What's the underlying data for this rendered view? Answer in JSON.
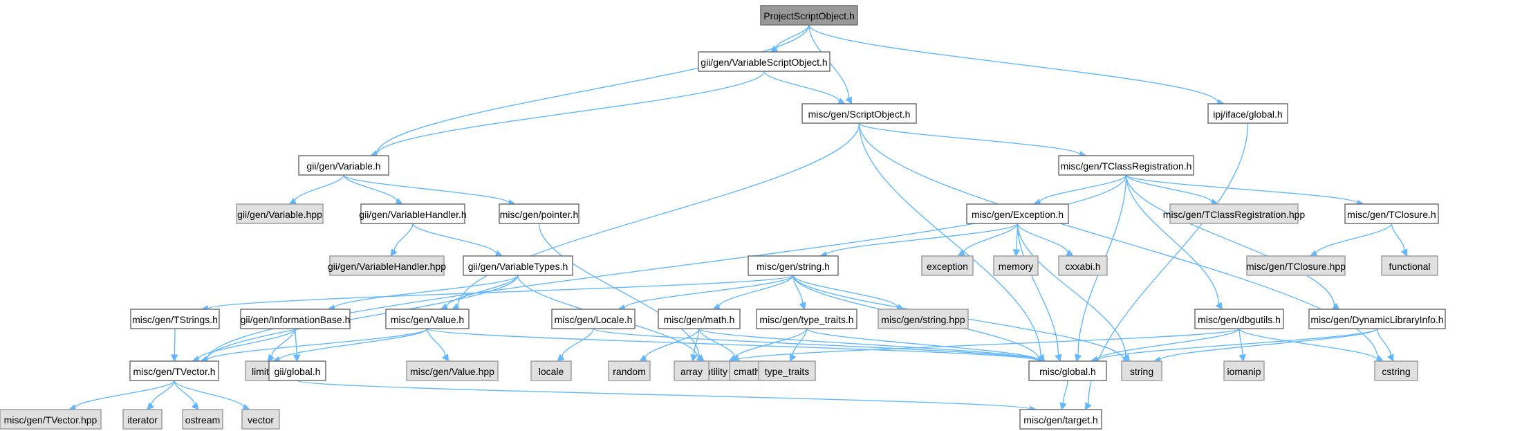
{
  "diagram": {
    "nodes": [
      {
        "id": "n0",
        "label": "ProjectScriptObject.h",
        "kind": "root"
      },
      {
        "id": "n1",
        "label": "gii/gen/VariableScriptObject.h",
        "kind": "norm"
      },
      {
        "id": "n2",
        "label": "misc/gen/ScriptObject.h",
        "kind": "norm"
      },
      {
        "id": "n3",
        "label": "ipj/iface/global.h",
        "kind": "norm"
      },
      {
        "id": "n4",
        "label": "gii/gen/Variable.h",
        "kind": "norm"
      },
      {
        "id": "n5",
        "label": "misc/gen/TClassRegistration.h",
        "kind": "norm"
      },
      {
        "id": "n6",
        "label": "gii/gen/Variable.hpp",
        "kind": "sys"
      },
      {
        "id": "n7",
        "label": "gii/gen/VariableHandler.h",
        "kind": "norm"
      },
      {
        "id": "n8",
        "label": "misc/gen/pointer.h",
        "kind": "norm"
      },
      {
        "id": "n9",
        "label": "misc/gen/Exception.h",
        "kind": "norm"
      },
      {
        "id": "n10",
        "label": "misc/gen/TClassRegistration.hpp",
        "kind": "sys"
      },
      {
        "id": "n11",
        "label": "misc/gen/TClosure.h",
        "kind": "norm"
      },
      {
        "id": "n12",
        "label": "gii/gen/VariableHandler.hpp",
        "kind": "sys"
      },
      {
        "id": "n13",
        "label": "gii/gen/VariableTypes.h",
        "kind": "norm"
      },
      {
        "id": "n14",
        "label": "exception",
        "kind": "sys"
      },
      {
        "id": "n15",
        "label": "memory",
        "kind": "sys"
      },
      {
        "id": "n16",
        "label": "cxxabi.h",
        "kind": "sys"
      },
      {
        "id": "n17",
        "label": "misc/gen/TClosure.hpp",
        "kind": "sys"
      },
      {
        "id": "n18",
        "label": "functional",
        "kind": "sys"
      },
      {
        "id": "n19",
        "label": "misc/gen/string.h",
        "kind": "norm"
      },
      {
        "id": "n20",
        "label": "misc/gen/TStrings.h",
        "kind": "norm"
      },
      {
        "id": "n21",
        "label": "gii/gen/InformationBase.h",
        "kind": "norm"
      },
      {
        "id": "n22",
        "label": "misc/gen/Value.h",
        "kind": "norm"
      },
      {
        "id": "n23",
        "label": "misc/gen/Locale.h",
        "kind": "norm"
      },
      {
        "id": "n24",
        "label": "misc/gen/math.h",
        "kind": "norm"
      },
      {
        "id": "n25",
        "label": "misc/gen/type_traits.h",
        "kind": "norm"
      },
      {
        "id": "n26",
        "label": "misc/gen/string.hpp",
        "kind": "sys"
      },
      {
        "id": "n27",
        "label": "misc/gen/dbgutils.h",
        "kind": "norm"
      },
      {
        "id": "n28",
        "label": "misc/gen/DynamicLibraryInfo.h",
        "kind": "norm"
      },
      {
        "id": "n29",
        "label": "misc/gen/TVector.h",
        "kind": "norm"
      },
      {
        "id": "n30",
        "label": "limits",
        "kind": "sys"
      },
      {
        "id": "n31",
        "label": "gii/global.h",
        "kind": "norm"
      },
      {
        "id": "n32",
        "label": "misc/gen/Value.hpp",
        "kind": "sys"
      },
      {
        "id": "n33",
        "label": "utility",
        "kind": "sys"
      },
      {
        "id": "n34",
        "label": "locale",
        "kind": "sys"
      },
      {
        "id": "n35",
        "label": "random",
        "kind": "sys"
      },
      {
        "id": "n36",
        "label": "array",
        "kind": "sys"
      },
      {
        "id": "n37",
        "label": "cmath",
        "kind": "sys"
      },
      {
        "id": "n38",
        "label": "type_traits",
        "kind": "sys"
      },
      {
        "id": "n39",
        "label": "misc/global.h",
        "kind": "norm"
      },
      {
        "id": "n40",
        "label": "string",
        "kind": "sys"
      },
      {
        "id": "n41",
        "label": "iomanip",
        "kind": "sys"
      },
      {
        "id": "n42",
        "label": "cstring",
        "kind": "sys"
      },
      {
        "id": "n43",
        "label": "misc/gen/TVector.hpp",
        "kind": "sys"
      },
      {
        "id": "n44",
        "label": "iterator",
        "kind": "sys"
      },
      {
        "id": "n45",
        "label": "ostream",
        "kind": "sys"
      },
      {
        "id": "n46",
        "label": "vector",
        "kind": "sys"
      },
      {
        "id": "n47",
        "label": "misc/gen/target.h",
        "kind": "norm"
      }
    ],
    "edges": [
      [
        "n0",
        "n1"
      ],
      [
        "n0",
        "n2"
      ],
      [
        "n0",
        "n3"
      ],
      [
        "n0",
        "n4"
      ],
      [
        "n1",
        "n2"
      ],
      [
        "n1",
        "n4"
      ],
      [
        "n2",
        "n5"
      ],
      [
        "n2",
        "n22"
      ],
      [
        "n2",
        "n39"
      ],
      [
        "n2",
        "n42"
      ],
      [
        "n3",
        "n47"
      ],
      [
        "n4",
        "n6"
      ],
      [
        "n4",
        "n7"
      ],
      [
        "n4",
        "n8"
      ],
      [
        "n5",
        "n9"
      ],
      [
        "n5",
        "n10"
      ],
      [
        "n5",
        "n11"
      ],
      [
        "n5",
        "n27"
      ],
      [
        "n5",
        "n28"
      ],
      [
        "n5",
        "n29"
      ],
      [
        "n5",
        "n39"
      ],
      [
        "n7",
        "n12"
      ],
      [
        "n7",
        "n13"
      ],
      [
        "n8",
        "n33"
      ],
      [
        "n9",
        "n14"
      ],
      [
        "n9",
        "n15"
      ],
      [
        "n9",
        "n16"
      ],
      [
        "n9",
        "n19"
      ],
      [
        "n9",
        "n39"
      ],
      [
        "n9",
        "n40"
      ],
      [
        "n11",
        "n17"
      ],
      [
        "n11",
        "n18"
      ],
      [
        "n13",
        "n21"
      ],
      [
        "n13",
        "n22"
      ],
      [
        "n13",
        "n29"
      ],
      [
        "n13",
        "n33"
      ],
      [
        "n19",
        "n20"
      ],
      [
        "n19",
        "n23"
      ],
      [
        "n19",
        "n24"
      ],
      [
        "n19",
        "n25"
      ],
      [
        "n19",
        "n26"
      ],
      [
        "n19",
        "n39"
      ],
      [
        "n19",
        "n40"
      ],
      [
        "n20",
        "n29"
      ],
      [
        "n21",
        "n29"
      ],
      [
        "n21",
        "n30"
      ],
      [
        "n21",
        "n31"
      ],
      [
        "n22",
        "n29"
      ],
      [
        "n22",
        "n30"
      ],
      [
        "n22",
        "n32"
      ],
      [
        "n22",
        "n39"
      ],
      [
        "n23",
        "n34"
      ],
      [
        "n23",
        "n39"
      ],
      [
        "n24",
        "n35"
      ],
      [
        "n24",
        "n36"
      ],
      [
        "n24",
        "n37"
      ],
      [
        "n24",
        "n39"
      ],
      [
        "n25",
        "n33"
      ],
      [
        "n25",
        "n38"
      ],
      [
        "n25",
        "n39"
      ],
      [
        "n27",
        "n33"
      ],
      [
        "n27",
        "n39"
      ],
      [
        "n27",
        "n41"
      ],
      [
        "n27",
        "n42"
      ],
      [
        "n28",
        "n39"
      ],
      [
        "n28",
        "n40"
      ],
      [
        "n28",
        "n42"
      ],
      [
        "n29",
        "n43"
      ],
      [
        "n29",
        "n44"
      ],
      [
        "n29",
        "n45"
      ],
      [
        "n29",
        "n46"
      ],
      [
        "n31",
        "n47"
      ],
      [
        "n39",
        "n47"
      ]
    ]
  },
  "colors": {
    "edge": "#63b8ff",
    "root_fill": "#999999",
    "system_fill": "#e0e0e0",
    "node_fill": "#ffffff",
    "border": "#666666"
  }
}
